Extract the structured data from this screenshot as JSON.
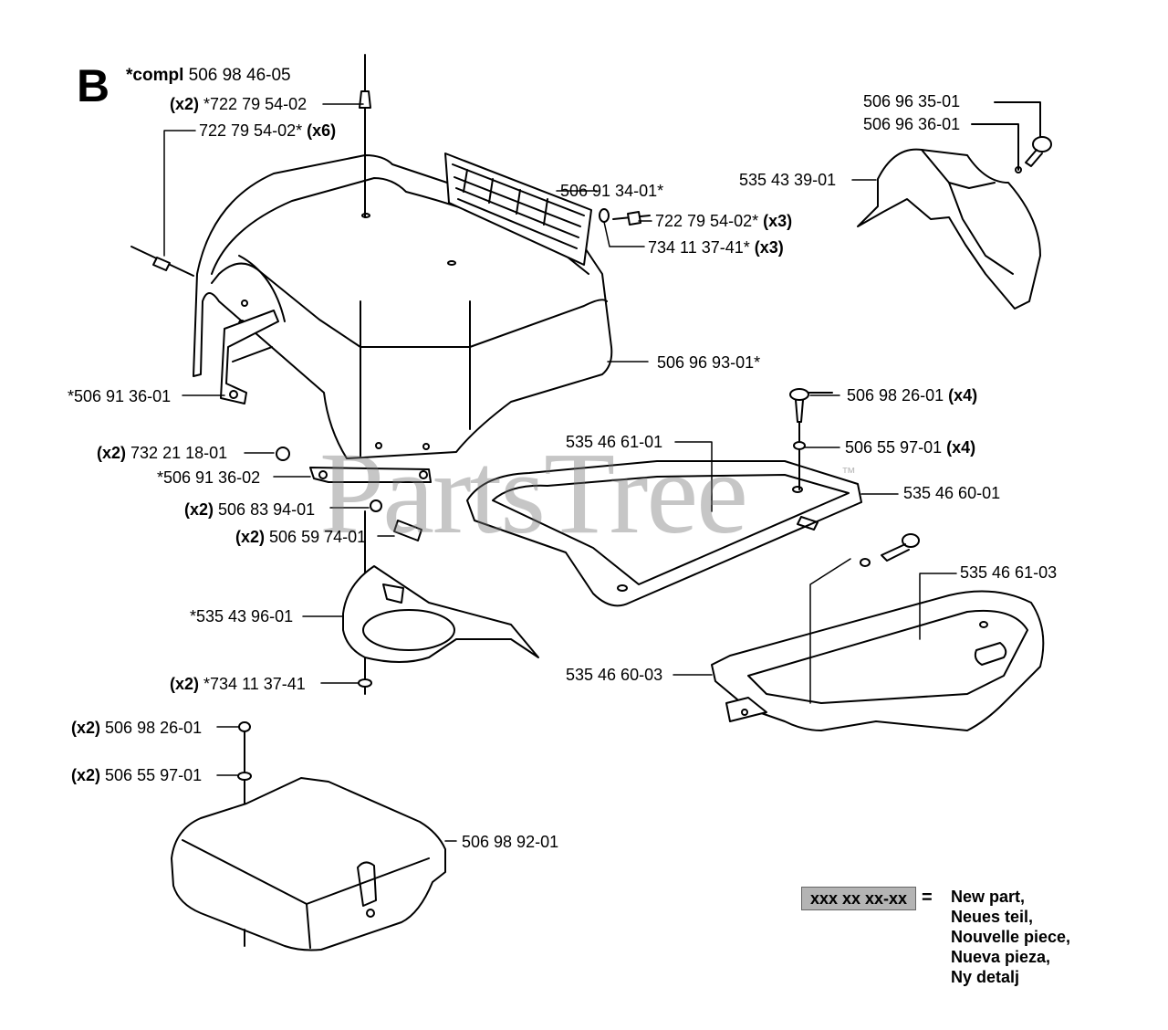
{
  "section": {
    "letter": "B"
  },
  "compl": {
    "prefix": "*compl",
    "number": "506 98 46-05"
  },
  "watermark": {
    "text": "PartsTree",
    "tm": "™"
  },
  "labels": [
    {
      "id": "l1",
      "qty": "(x2)",
      "text": "*722 79 54-02",
      "suffix": ""
    },
    {
      "id": "l2",
      "qty": "",
      "text": "722 79 54-02*",
      "suffix": "(x6)"
    },
    {
      "id": "l3",
      "qty": "",
      "text": "506 91 34-01*",
      "suffix": ""
    },
    {
      "id": "l4",
      "qty": "",
      "text": "722 79 54-02*",
      "suffix": "(x3)"
    },
    {
      "id": "l5",
      "qty": "",
      "text": "734 11 37-41*",
      "suffix": "(x3)"
    },
    {
      "id": "l6",
      "qty": "",
      "text": "506 96 35-01",
      "suffix": ""
    },
    {
      "id": "l7",
      "qty": "",
      "text": "506 96 36-01",
      "suffix": ""
    },
    {
      "id": "l8",
      "qty": "",
      "text": "535 43 39-01",
      "suffix": ""
    },
    {
      "id": "l9",
      "qty": "",
      "text": "506 96 93-01*",
      "suffix": ""
    },
    {
      "id": "l10",
      "qty": "",
      "text": "*506 91 36-01",
      "suffix": ""
    },
    {
      "id": "l11",
      "qty": "",
      "text": "506 98 26-01",
      "suffix": "(x4)"
    },
    {
      "id": "l12",
      "qty": "",
      "text": "506 55 97-01",
      "suffix": "(x4)"
    },
    {
      "id": "l13",
      "qty": "",
      "text": "535 46 61-01",
      "suffix": ""
    },
    {
      "id": "l14",
      "qty": "",
      "text": "535 46 60-01",
      "suffix": ""
    },
    {
      "id": "l15",
      "qty": "(x2)",
      "text": "732 21 18-01",
      "suffix": ""
    },
    {
      "id": "l16",
      "qty": "",
      "text": "*506 91 36-02",
      "suffix": ""
    },
    {
      "id": "l17",
      "qty": "(x2)",
      "text": "506 83 94-01",
      "suffix": ""
    },
    {
      "id": "l18",
      "qty": "(x2)",
      "text": "506 59 74-01",
      "suffix": ""
    },
    {
      "id": "l19",
      "qty": "",
      "text": "535 46 61-03",
      "suffix": ""
    },
    {
      "id": "l20",
      "qty": "",
      "text": "*535 43 96-01",
      "suffix": ""
    },
    {
      "id": "l21",
      "qty": "",
      "text": "535 46 60-03",
      "suffix": ""
    },
    {
      "id": "l22",
      "qty": "(x2)",
      "text": "*734 11 37-41",
      "suffix": ""
    },
    {
      "id": "l23",
      "qty": "(x2)",
      "text": "506 98 26-01",
      "suffix": ""
    },
    {
      "id": "l24",
      "qty": "(x2)",
      "text": "506 55 97-01",
      "suffix": ""
    },
    {
      "id": "l25",
      "qty": "",
      "text": "506 98 92-01",
      "suffix": ""
    }
  ],
  "legend": {
    "box": "xxx xx xx-xx",
    "eq": "=",
    "lines": [
      "New part,",
      "Neues teil,",
      "Nouvelle piece,",
      "Nueva pieza,",
      "Ny detalj"
    ]
  },
  "colors": {
    "legend_fill": "#b4b4b4",
    "watermark": "#787878",
    "line": "#000000"
  }
}
